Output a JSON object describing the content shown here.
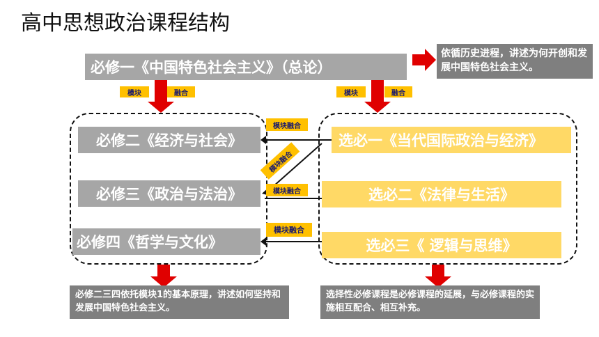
{
  "title": "高中思想政治课程结构",
  "top_course": "必修一《中国特色社会主义》（总论）",
  "top_note": "依循历史进程，讲述为何开创和发展中国特色社会主义。",
  "tag_left_a": "模块",
  "tag_left_b": "融合",
  "tag_right_a": "模块",
  "tag_right_b": "融合",
  "required": [
    "必修二《经济与社会》",
    "必修三《政治与法治》",
    "必修四《哲学与文化》"
  ],
  "electives": [
    "选必一《当代国际政治与经济》",
    "选必二《法律与生活》",
    "选必三《 逻辑与思维》"
  ],
  "fusion_labels": [
    "模块融合",
    "模块融合",
    "模块融合",
    "模块融合"
  ],
  "bottom_left_note": "必修二三四依托模块1的基本原理，讲述如何坚持和发展中国特色社会主义。",
  "bottom_right_note": "选择性必修课程是必修课程的延展，与必修课程的实施相互配合、相互补充。",
  "colors": {
    "arrow_red": "#e00000",
    "gray_box": "#a6a6a6",
    "gold_box": "#ffd966",
    "tag_orange": "#ffc000",
    "note_box": "#7f7f7f"
  }
}
